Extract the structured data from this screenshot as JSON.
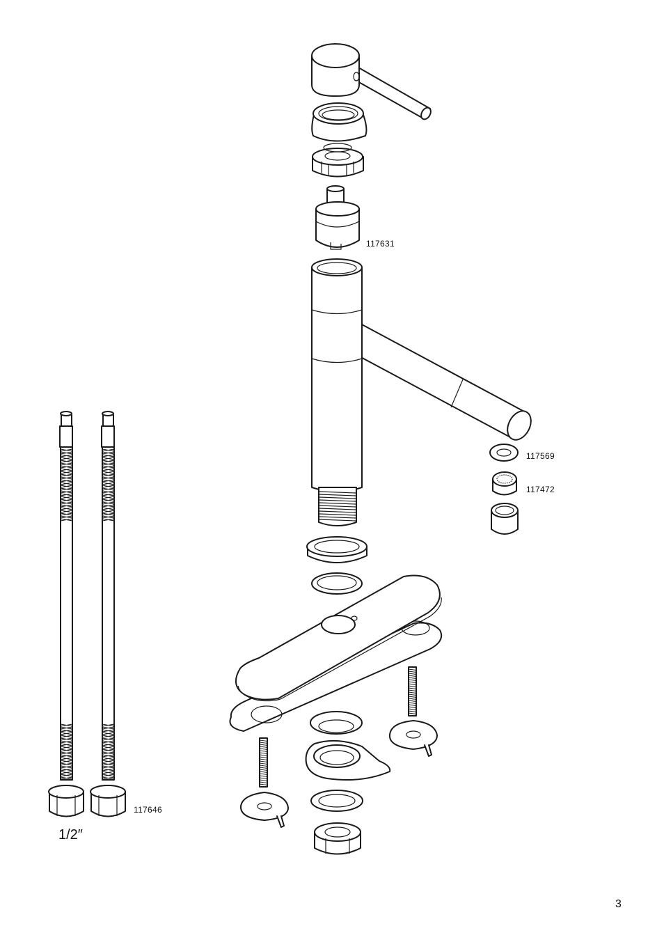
{
  "diagram": {
    "part_numbers": {
      "cartridge": "117631",
      "washer": "117569",
      "aerator": "117472",
      "supply_hoses": "117646"
    },
    "hose_size": "1/2″",
    "page_number": "3"
  }
}
